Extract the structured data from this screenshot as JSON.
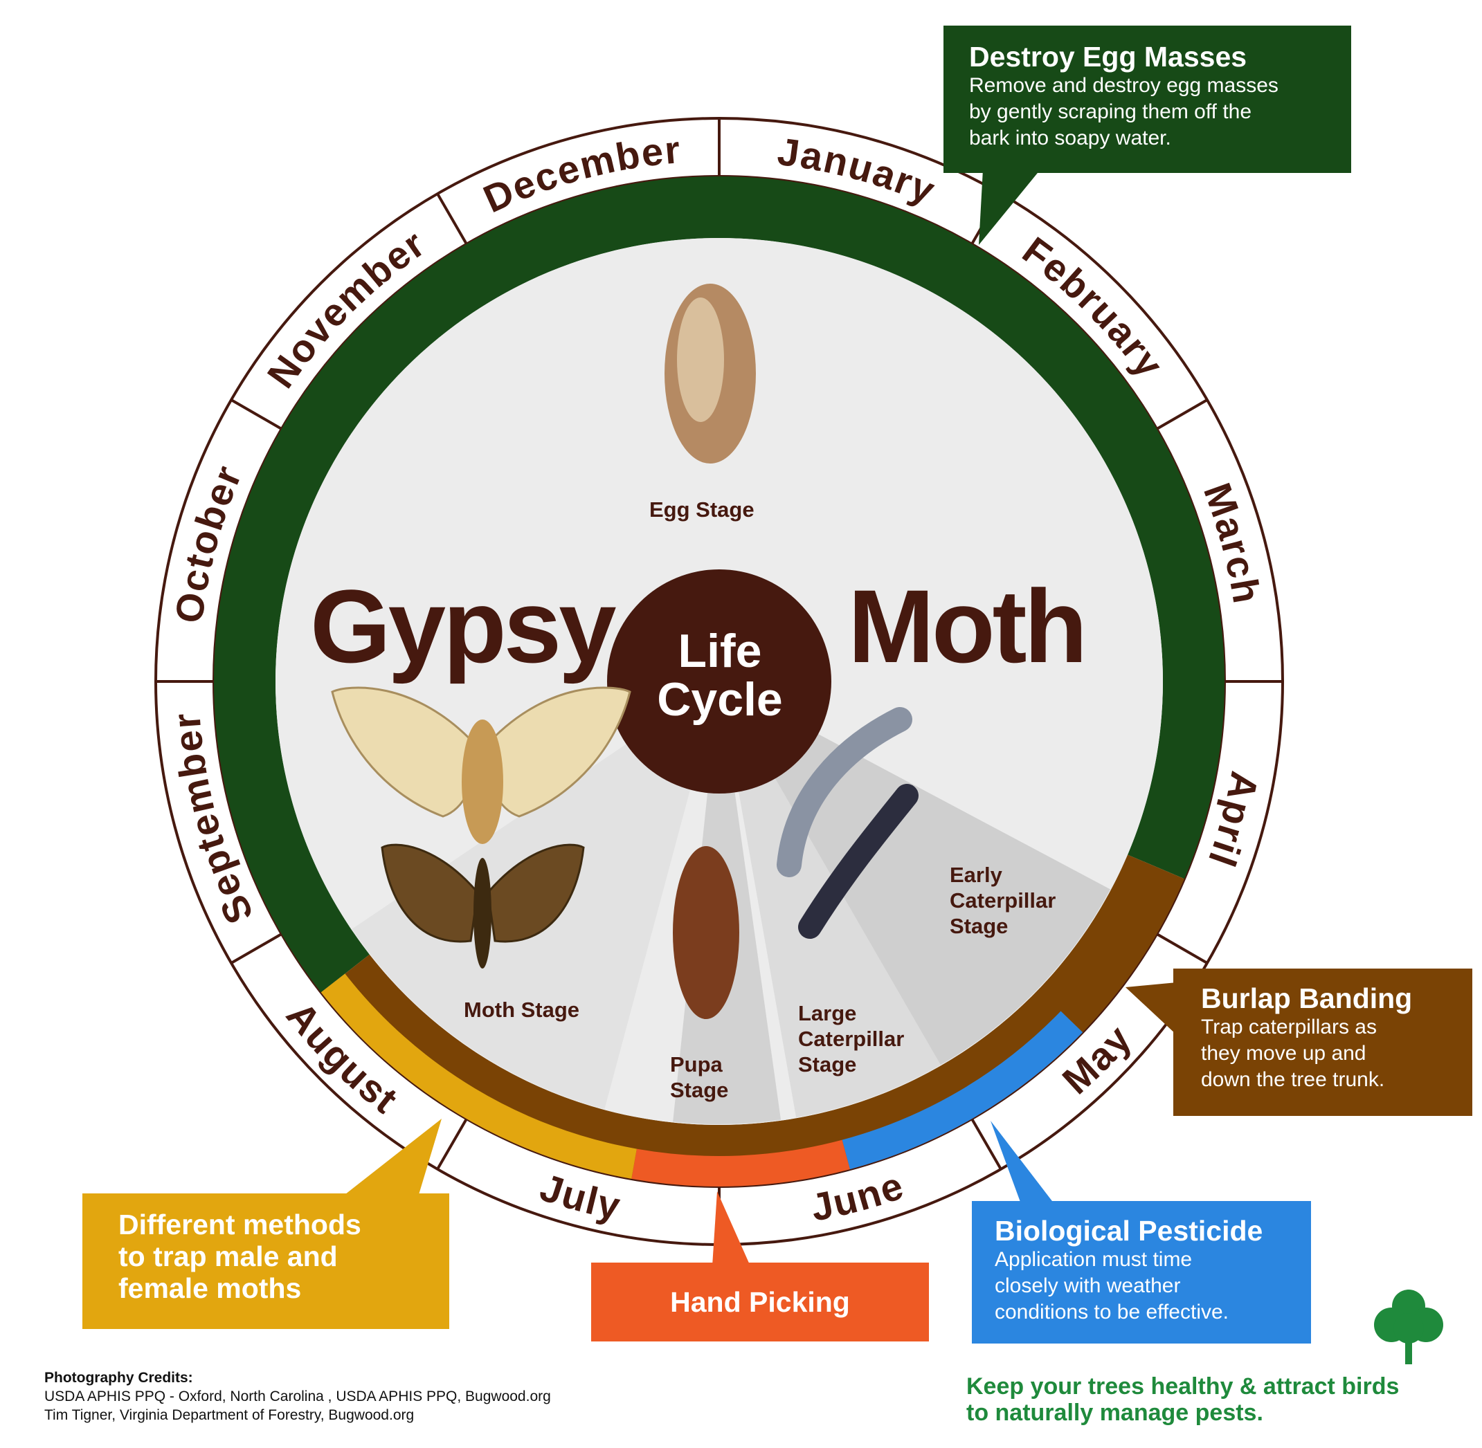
{
  "title": {
    "word1": "Gypsy",
    "word2": "Moth",
    "center_line1": "Life",
    "center_line2": "Cycle"
  },
  "months": [
    "January",
    "February",
    "March",
    "April",
    "May",
    "June",
    "July",
    "August",
    "September",
    "October",
    "November",
    "December"
  ],
  "stages": {
    "egg": "Egg Stage",
    "moth": "Moth Stage",
    "pupa": [
      "Pupa",
      "Stage"
    ],
    "large_caterpillar": [
      "Large",
      "Caterpillar",
      "Stage"
    ],
    "early_caterpillar": [
      "Early",
      "Caterpillar",
      "Stage"
    ]
  },
  "callouts": {
    "egg_masses": {
      "title": "Destroy Egg Masses",
      "body": [
        "Remove and destroy egg masses",
        "by gently scraping them off the",
        "bark into soapy water."
      ]
    },
    "burlap": {
      "title": "Burlap Banding",
      "body": [
        "Trap caterpillars as",
        "they move up and",
        "down the tree trunk."
      ]
    },
    "pesticide": {
      "title": "Biological Pesticide",
      "body": [
        "Application must time",
        "closely with weather",
        "conditions to be effective."
      ]
    },
    "hand_picking": {
      "title": "Hand Picking"
    },
    "traps": {
      "title": [
        "Different methods",
        "to trap male and",
        "female moths"
      ]
    }
  },
  "credits": {
    "heading": "Photography Credits:",
    "lines": [
      "USDA APHIS PPQ - Oxford, North Carolina , USDA APHIS PPQ, Bugwood.org",
      "Tim Tigner, Virginia Department of Forestry, Bugwood.org"
    ]
  },
  "footer": {
    "lines": [
      "Keep your trees healthy & attract birds",
      "to naturally manage pests."
    ],
    "icon": "tree-icon"
  },
  "colors": {
    "egg_masses": "#174a17",
    "burlap": "#7a4305",
    "pesticide": "#2b86e0",
    "hand_picking": "#ee5a24",
    "traps": "#e2a60f",
    "text_dark": "#46190f",
    "footer_green": "#1f8a3c"
  }
}
